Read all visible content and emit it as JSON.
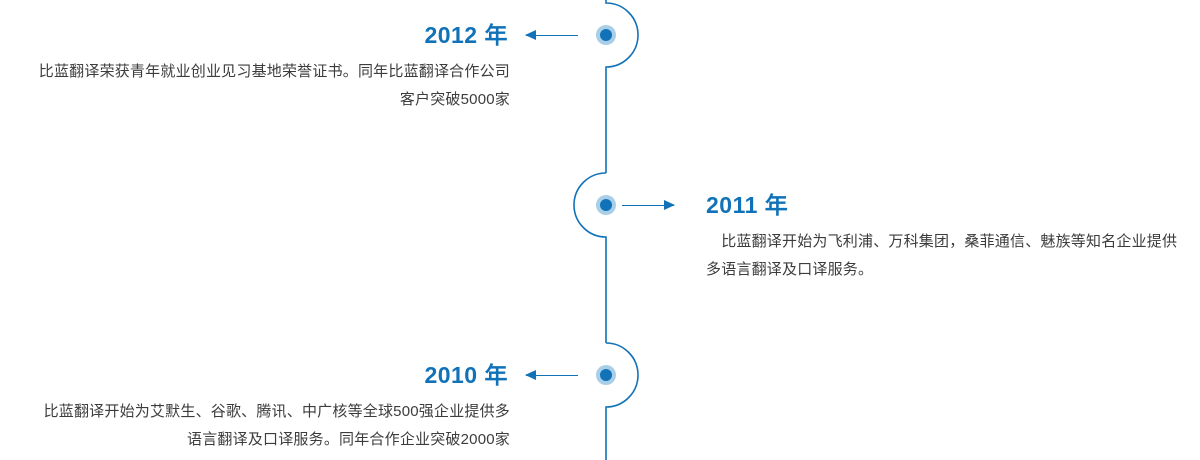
{
  "theme": {
    "accent": "#1272b8",
    "dot_halo": "#a9cfe8",
    "body_text": "#3c3c3c",
    "background": "#ffffff"
  },
  "timeline": {
    "orientation": "vertical",
    "events": [
      {
        "year_label": "2012 年",
        "side": "left",
        "arrow_direction": "left",
        "bulge": "right",
        "description": "比蓝翻译荣获青年就业创业见习基地荣誉证书。同年比蓝翻译合作公司客户突破5000家"
      },
      {
        "year_label": "2011 年",
        "side": "right",
        "arrow_direction": "right",
        "bulge": "left",
        "description": "　比蓝翻译开始为飞利浦、万科集团，桑菲通信、魅族等知名企业提供多语言翻译及口译服务。"
      },
      {
        "year_label": "2010 年",
        "side": "left",
        "arrow_direction": "left",
        "bulge": "right",
        "description": "比蓝翻译开始为艾默生、谷歌、腾讯、中广核等全球500强企业提供多语言翻译及口译服务。同年合作企业突破2000家"
      }
    ]
  }
}
